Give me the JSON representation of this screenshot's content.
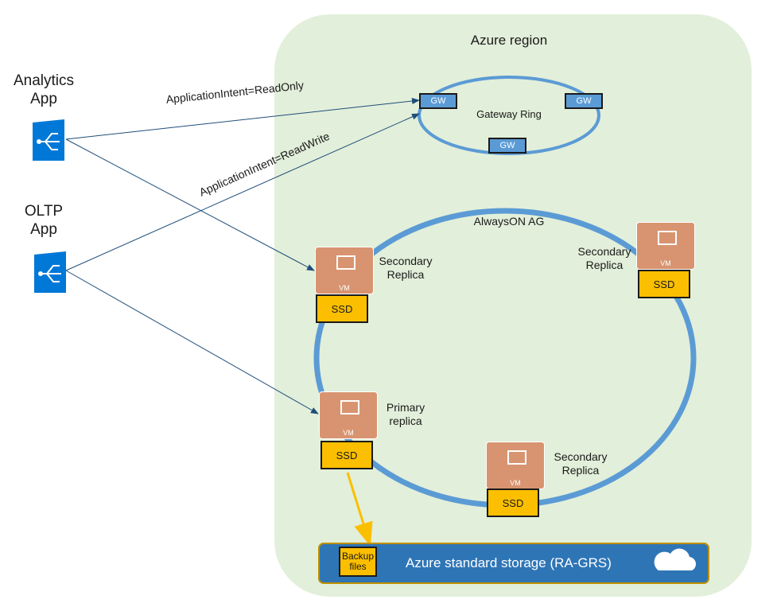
{
  "region": {
    "title": "Azure region",
    "bg": "#e2efda"
  },
  "apps": [
    {
      "label_line1": "Analytics",
      "label_line2": "App"
    },
    {
      "label_line1": "OLTP",
      "label_line2": "App"
    }
  ],
  "connections": {
    "readonly": "ApplicationIntent=ReadOnly",
    "readwrite": "ApplicationIntent=ReadWrite"
  },
  "gateway_ring": {
    "title": "Gateway Ring",
    "node_label": "GW"
  },
  "ag": {
    "title": "AlwaysON AG"
  },
  "replicas": [
    {
      "line1": "Secondary",
      "line2": "Replica",
      "vm": "VM",
      "disk": "SSD"
    },
    {
      "line1": "Secondary",
      "line2": "Replica",
      "vm": "VM",
      "disk": "SSD"
    },
    {
      "line1": "Primary",
      "line2": "replica",
      "vm": "VM",
      "disk": "SSD"
    },
    {
      "line1": "Secondary",
      "line2": "Replica",
      "vm": "VM",
      "disk": "SSD"
    }
  ],
  "storage": {
    "label": "Azure standard storage (RA-GRS)",
    "backup_line1": "Backup",
    "backup_line2": "files"
  },
  "colors": {
    "ring": "#5b9bd5",
    "storage": "#2e75b6",
    "ssd": "#fbbf00",
    "vm": "#d89470",
    "app": "#0078d7",
    "arrow": "#1f4e79",
    "backup_arrow": "#fbbf00"
  }
}
